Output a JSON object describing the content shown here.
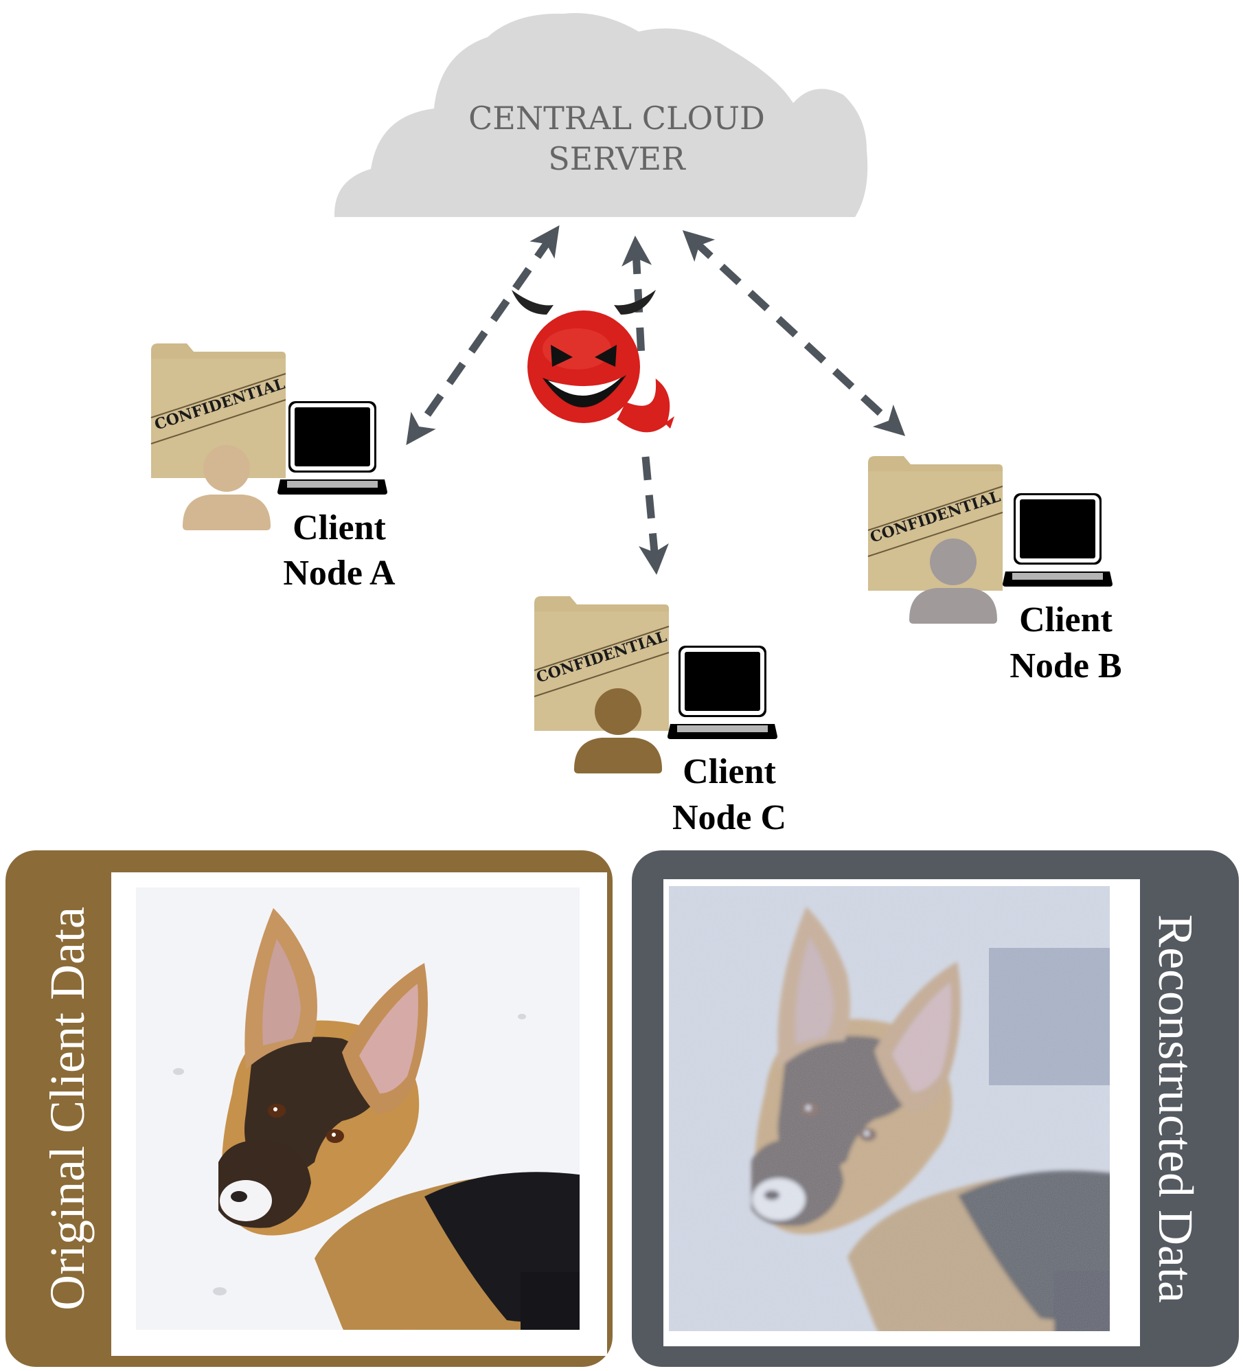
{
  "cloud": {
    "label_line1": "CENTRAL CLOUD",
    "label_line2": "SERVER"
  },
  "folder_stamp": "CONFIDENTIAL",
  "nodes": [
    {
      "id": "a",
      "line1": "Client",
      "line2": "Node A"
    },
    {
      "id": "b",
      "line1": "Client",
      "line2": "Node B"
    },
    {
      "id": "c",
      "line1": "Client",
      "line2": "Node C"
    }
  ],
  "panels": {
    "original": {
      "label": "Original Client Data"
    },
    "reconstructed": {
      "label": "Reconstructed Data"
    }
  },
  "colors": {
    "cloud_fill": "#d9d9d9",
    "cloud_text": "#666666",
    "arrow": "#4f555c",
    "folder": "#cdb98a",
    "user_a": "#d2b792",
    "user_b": "#a09a9b",
    "user_c": "#8a6a38",
    "devil": "#d8201c",
    "panel_original": "#8b6b38",
    "panel_reconstructed": "#555a61"
  }
}
